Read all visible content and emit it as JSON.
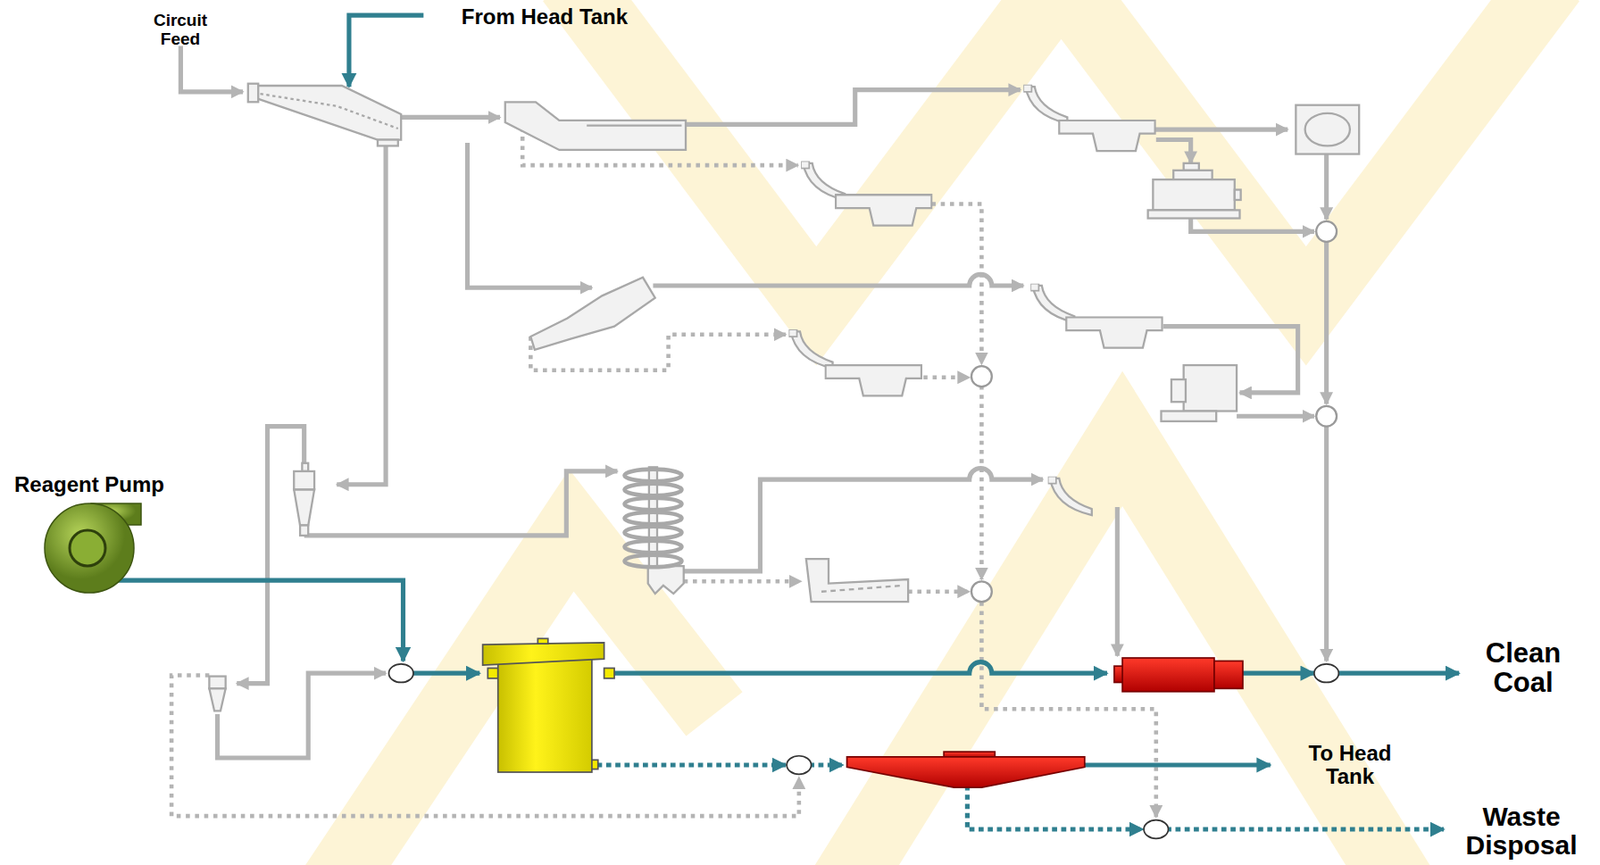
{
  "diagram": {
    "nodes": [
      {
        "text": [
          "Reagent Pump"
        ]
      }
    ],
    "labels": [
      "Circuit Feed",
      "From Head Tank",
      "Clean Coal",
      "To Head Tank",
      "Waste Disposal"
    ]
  }
}
